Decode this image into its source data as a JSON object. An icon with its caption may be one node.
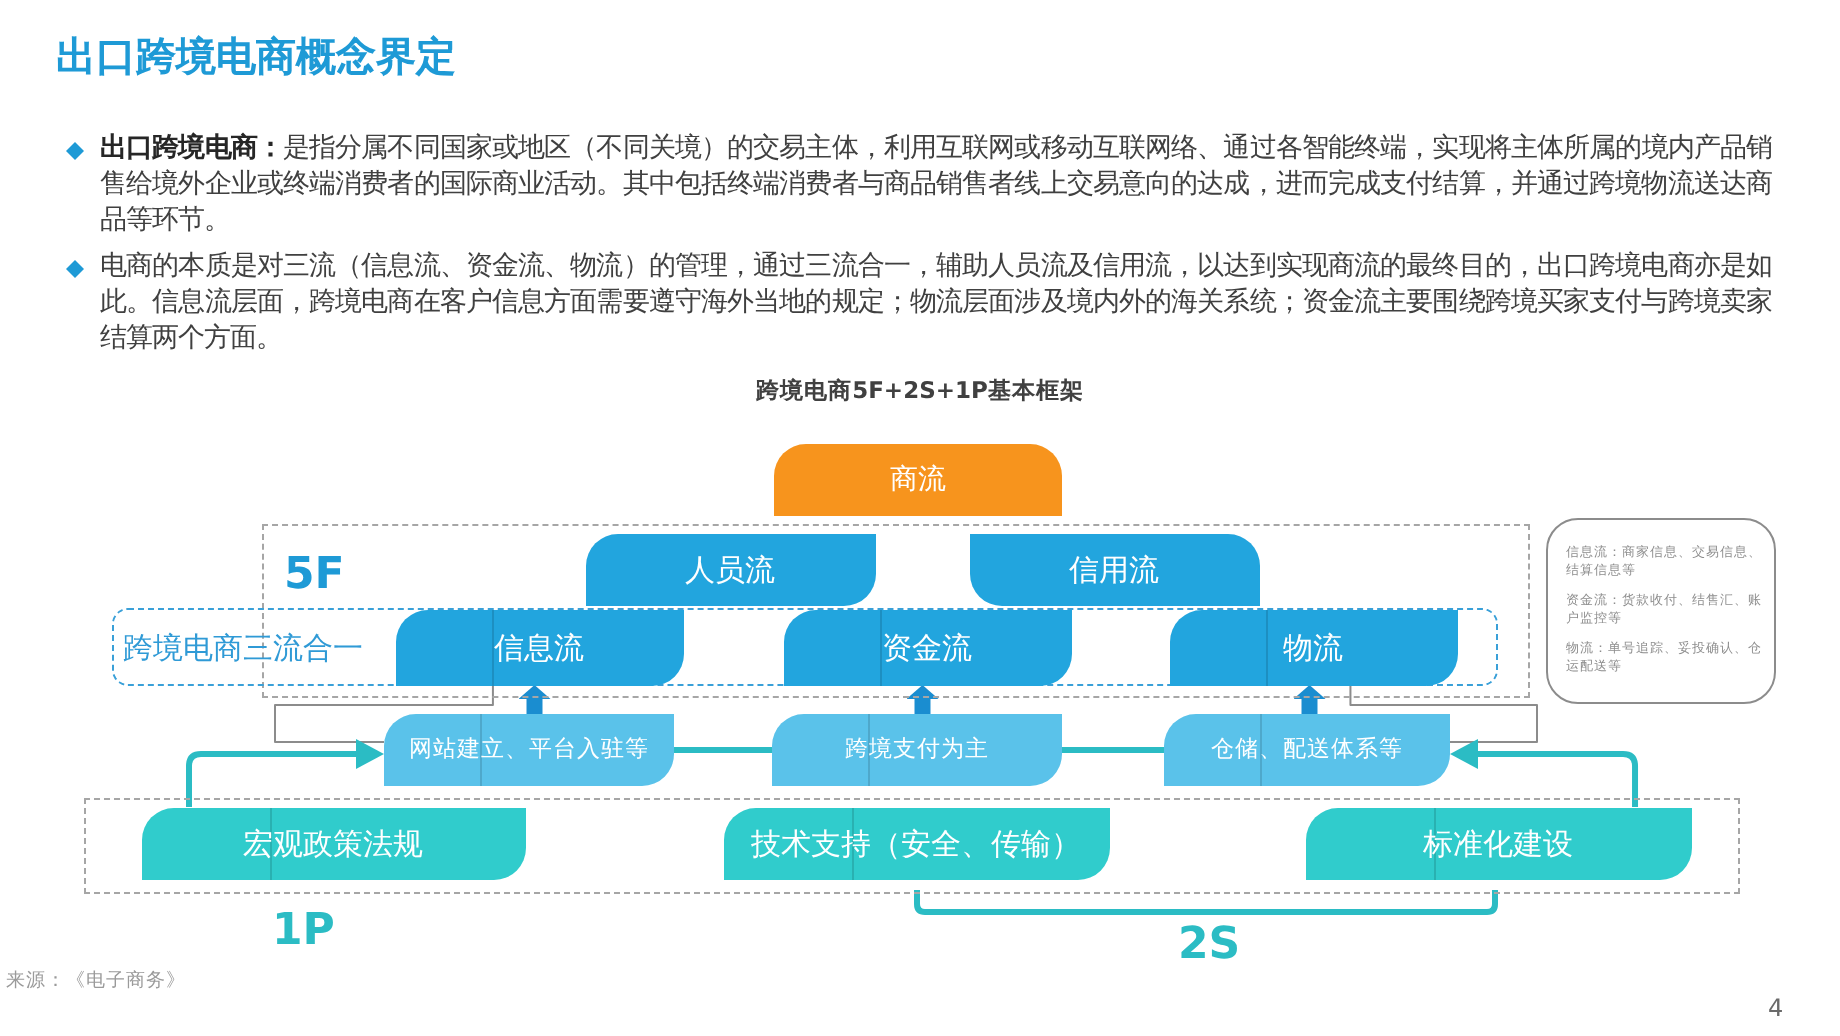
{
  "diagram": {
    "title": "出口跨境电商概念界定",
    "nodes": [
      {
        "text": [
          "商流"
        ]
      },
      {
        "text": [
          "5F"
        ]
      },
      {
        "text": [
          "人员流"
        ],
        "in": 1
      },
      {
        "text": [
          "信用流"
        ],
        "in": 1
      },
      {
        "text": [
          "跨境电商三流合一"
        ]
      },
      {
        "text": [
          "信息流"
        ],
        "in": 4
      },
      {
        "text": [
          "资金流"
        ],
        "in": 4
      },
      {
        "text": [
          "物流"
        ],
        "in": 4
      },
      {
        "text": [
          "信息流：商家信息、交易信息、结算信息等",
          "资金流：货款收付、结售汇、账户监控等",
          "物流：单号追踪、妥投确认、仓运配送等"
        ]
      },
      {
        "text": [
          "网站建立、平台入驻等"
        ]
      },
      {
        "text": [
          "跨境支付为主"
        ]
      },
      {
        "text": [
          "仓储、配送体系等"
        ]
      },
      {
        "text": [],
        "shape": "box"
      },
      {
        "text": [
          "宏观政策法规"
        ],
        "in": 12,
        "beside": [
          "1P"
        ]
      },
      {
        "text": [
          "技术支持（安全、传输）"
        ],
        "in": 12
      },
      {
        "text": [
          "标准化建设"
        ],
        "in": 12
      }
    ],
    "edges": [
      {
        "from": 9,
        "to": 5,
        "arrow": "to",
        "style": "thick",
        "color": "#1a8dd0"
      },
      {
        "from": 10,
        "to": 6,
        "arrow": "to",
        "style": "thick",
        "color": "#1a8dd0"
      },
      {
        "from": 11,
        "to": 7,
        "arrow": "to",
        "style": "thick",
        "color": "#1a8dd0"
      },
      {
        "from": 5,
        "to": 9,
        "arrow": "none",
        "color": "#8c8c8c"
      },
      {
        "from": 7,
        "to": 11,
        "arrow": "none",
        "color": "#8c8c8c"
      },
      {
        "from": 9,
        "to": 10,
        "arrow": "none"
      },
      {
        "from": 10,
        "to": 11,
        "arrow": "none"
      },
      {
        "from": 13,
        "to": 9,
        "arrow": "to"
      },
      {
        "from": 15,
        "to": 11,
        "arrow": "to"
      }
    ],
    "labels": [
      "**出口跨境电商：**是指分属不同国家或地区（不同关境）的交易主体，利用互联网或移动互联网络、通过各智能终端，实现将主体所属的境内产品销售给境外企业或终端消费者的国际商业活动。其中包括终端消费者与商品销售者线上交易意向的达成，进而完成支付结算，并通过跨境物流送达商品等环节。",
      "电商的本质是对三流（信息流、资金流、物流）的管理，通过三流合一，辅助人员流及信用流，以达到实现商流的最终目的，出口跨境电商亦是如此。信息流层面，跨境电商在客户信息方面需要遵守海外当地的规定；物流层面涉及境内外的海关系统；资金流主要围绕跨境买家支付与跨境卖家结算两个方面。",
      "跨境电商5F+2S+1P基本框架",
      "2S",
      "来源：《电子商务》",
      "4"
    ]
  }
}
